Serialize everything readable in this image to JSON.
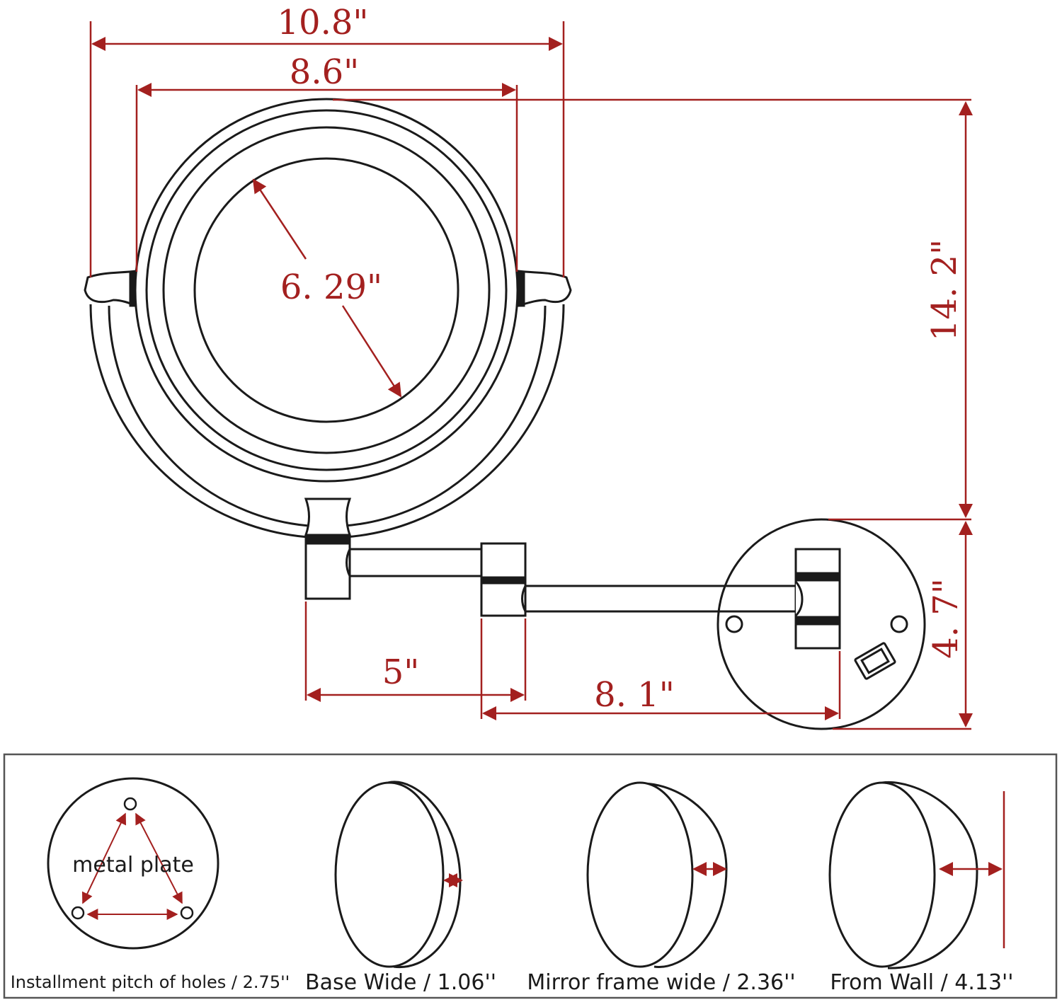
{
  "colors": {
    "dimension": "#a3201f",
    "outline": "#1a1a1a",
    "background": "#ffffff"
  },
  "dimensions": {
    "overall_width": "10.8\"",
    "frame_width": "8.6\"",
    "mirror_diameter": "6. 29\"",
    "overall_height": "14. 2\"",
    "base_height": "4. 7\"",
    "arm_first": "5\"",
    "arm_second": "8. 1\""
  },
  "details": {
    "plate_label": "metal plate",
    "captions": [
      "Installment pitch of holes / 2.75''",
      "Base Wide / 1.06''",
      "Mirror frame wide / 2.36''",
      "From Wall / 4.13''"
    ]
  }
}
